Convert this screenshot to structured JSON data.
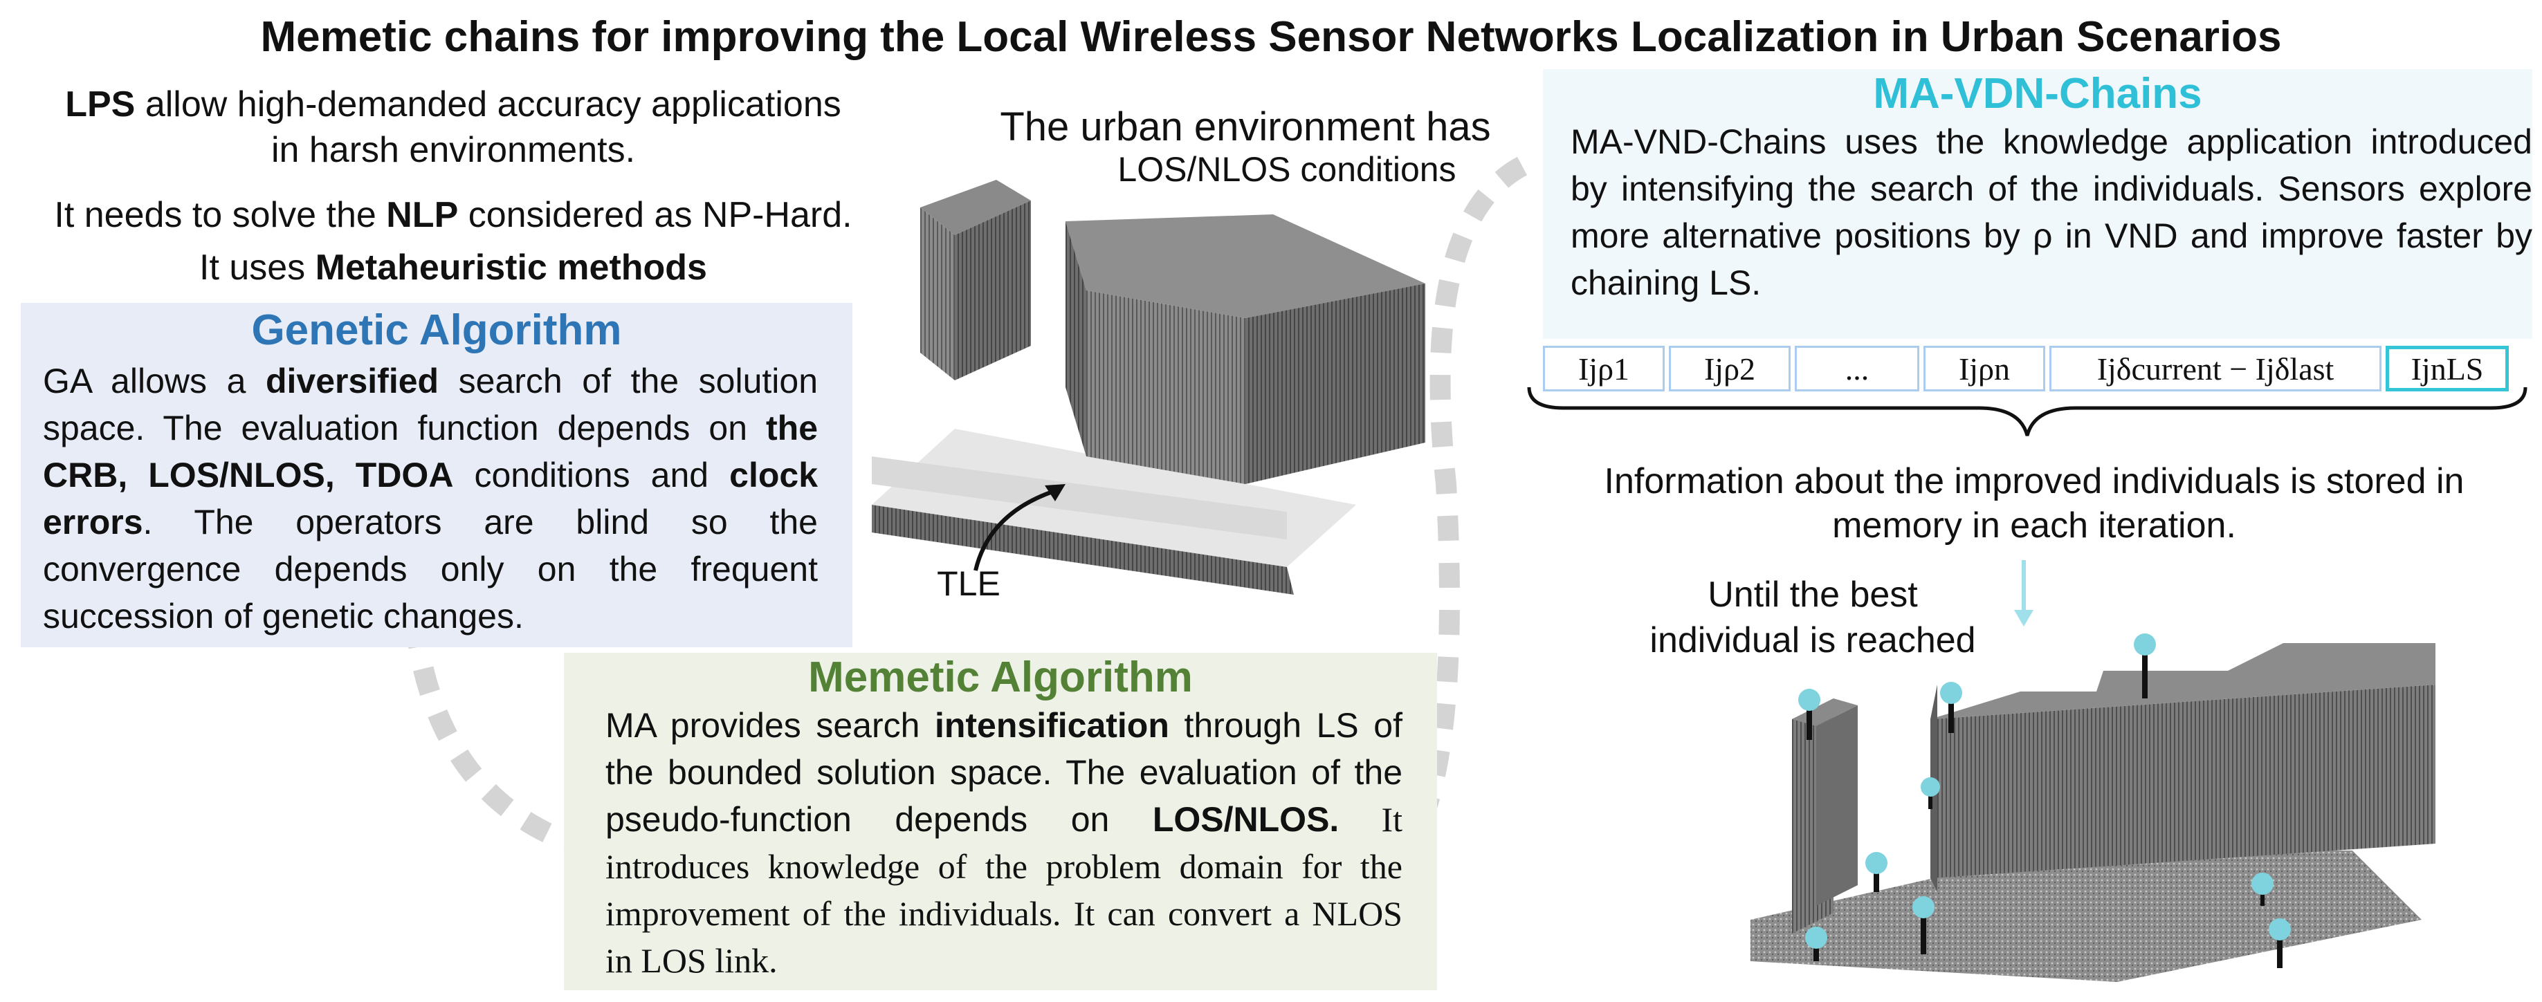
{
  "title": "Memetic chains for improving the Local Wireless Sensor Networks Localization in Urban Scenarios",
  "intro": {
    "line1_bold": "LPS",
    "line1_rest": " allow high-demanded accuracy applications",
    "line2": "in harsh environments.",
    "line3_pre": "It needs to solve the ",
    "line3_bold": "NLP",
    "line3_post": " considered as NP-Hard.",
    "line4_pre": "It uses ",
    "line4_bold": "Metaheuristic methods"
  },
  "urban": {
    "line1": "The urban environment has",
    "line2": "LOS/NLOS conditions",
    "tle_label": "TLE"
  },
  "ga": {
    "title": "Genetic Algorithm",
    "p1": "GA allows a ",
    "p1_bold": "diversified",
    "p2": " search of the solution space. The evaluation function depends on ",
    "p2_bold": "the CRB, LOS/NLOS, TDOA",
    "p3": " conditions and ",
    "p3_bold": "clock errors",
    "p4": ". The operators are blind so the convergence depends only on the frequent succession of genetic changes."
  },
  "ma": {
    "title": "Memetic Algorithm",
    "p1": "MA provides search ",
    "p1_bold": "intensification",
    "p2": " through LS of the bounded solution space. The evaluation of the pseudo-function depends on ",
    "p2_bold": "LOS/NLOS.",
    "p3": " It introduces knowledge of the problem domain for the improvement of the individuals. It can convert a NLOS in LOS link."
  },
  "vnd": {
    "title": "MA-VDN-Chains",
    "text": "MA-VND-Chains uses the knowledge application introduced by intensifying the search of the individuals. Sensors explore more alternative positions by ρ in VND and improve faster by chaining LS.",
    "chain": [
      "Ijρ1",
      "Ijρ2",
      "...",
      "Ijρn",
      "Ijδcurrent − Ijδlast",
      "IjnLS"
    ],
    "info_line1": "Information about the improved individuals is stored in",
    "info_line2": "memory in each iteration.",
    "until_line1": "Until the best",
    "until_line2": "individual is reached"
  },
  "colors": {
    "ga_title": "#2e75b6",
    "ma_title": "#538135",
    "vnd_title": "#2fc0d8",
    "dashed_arc": "#d4d4d4",
    "sensor": "#7fd3de"
  }
}
